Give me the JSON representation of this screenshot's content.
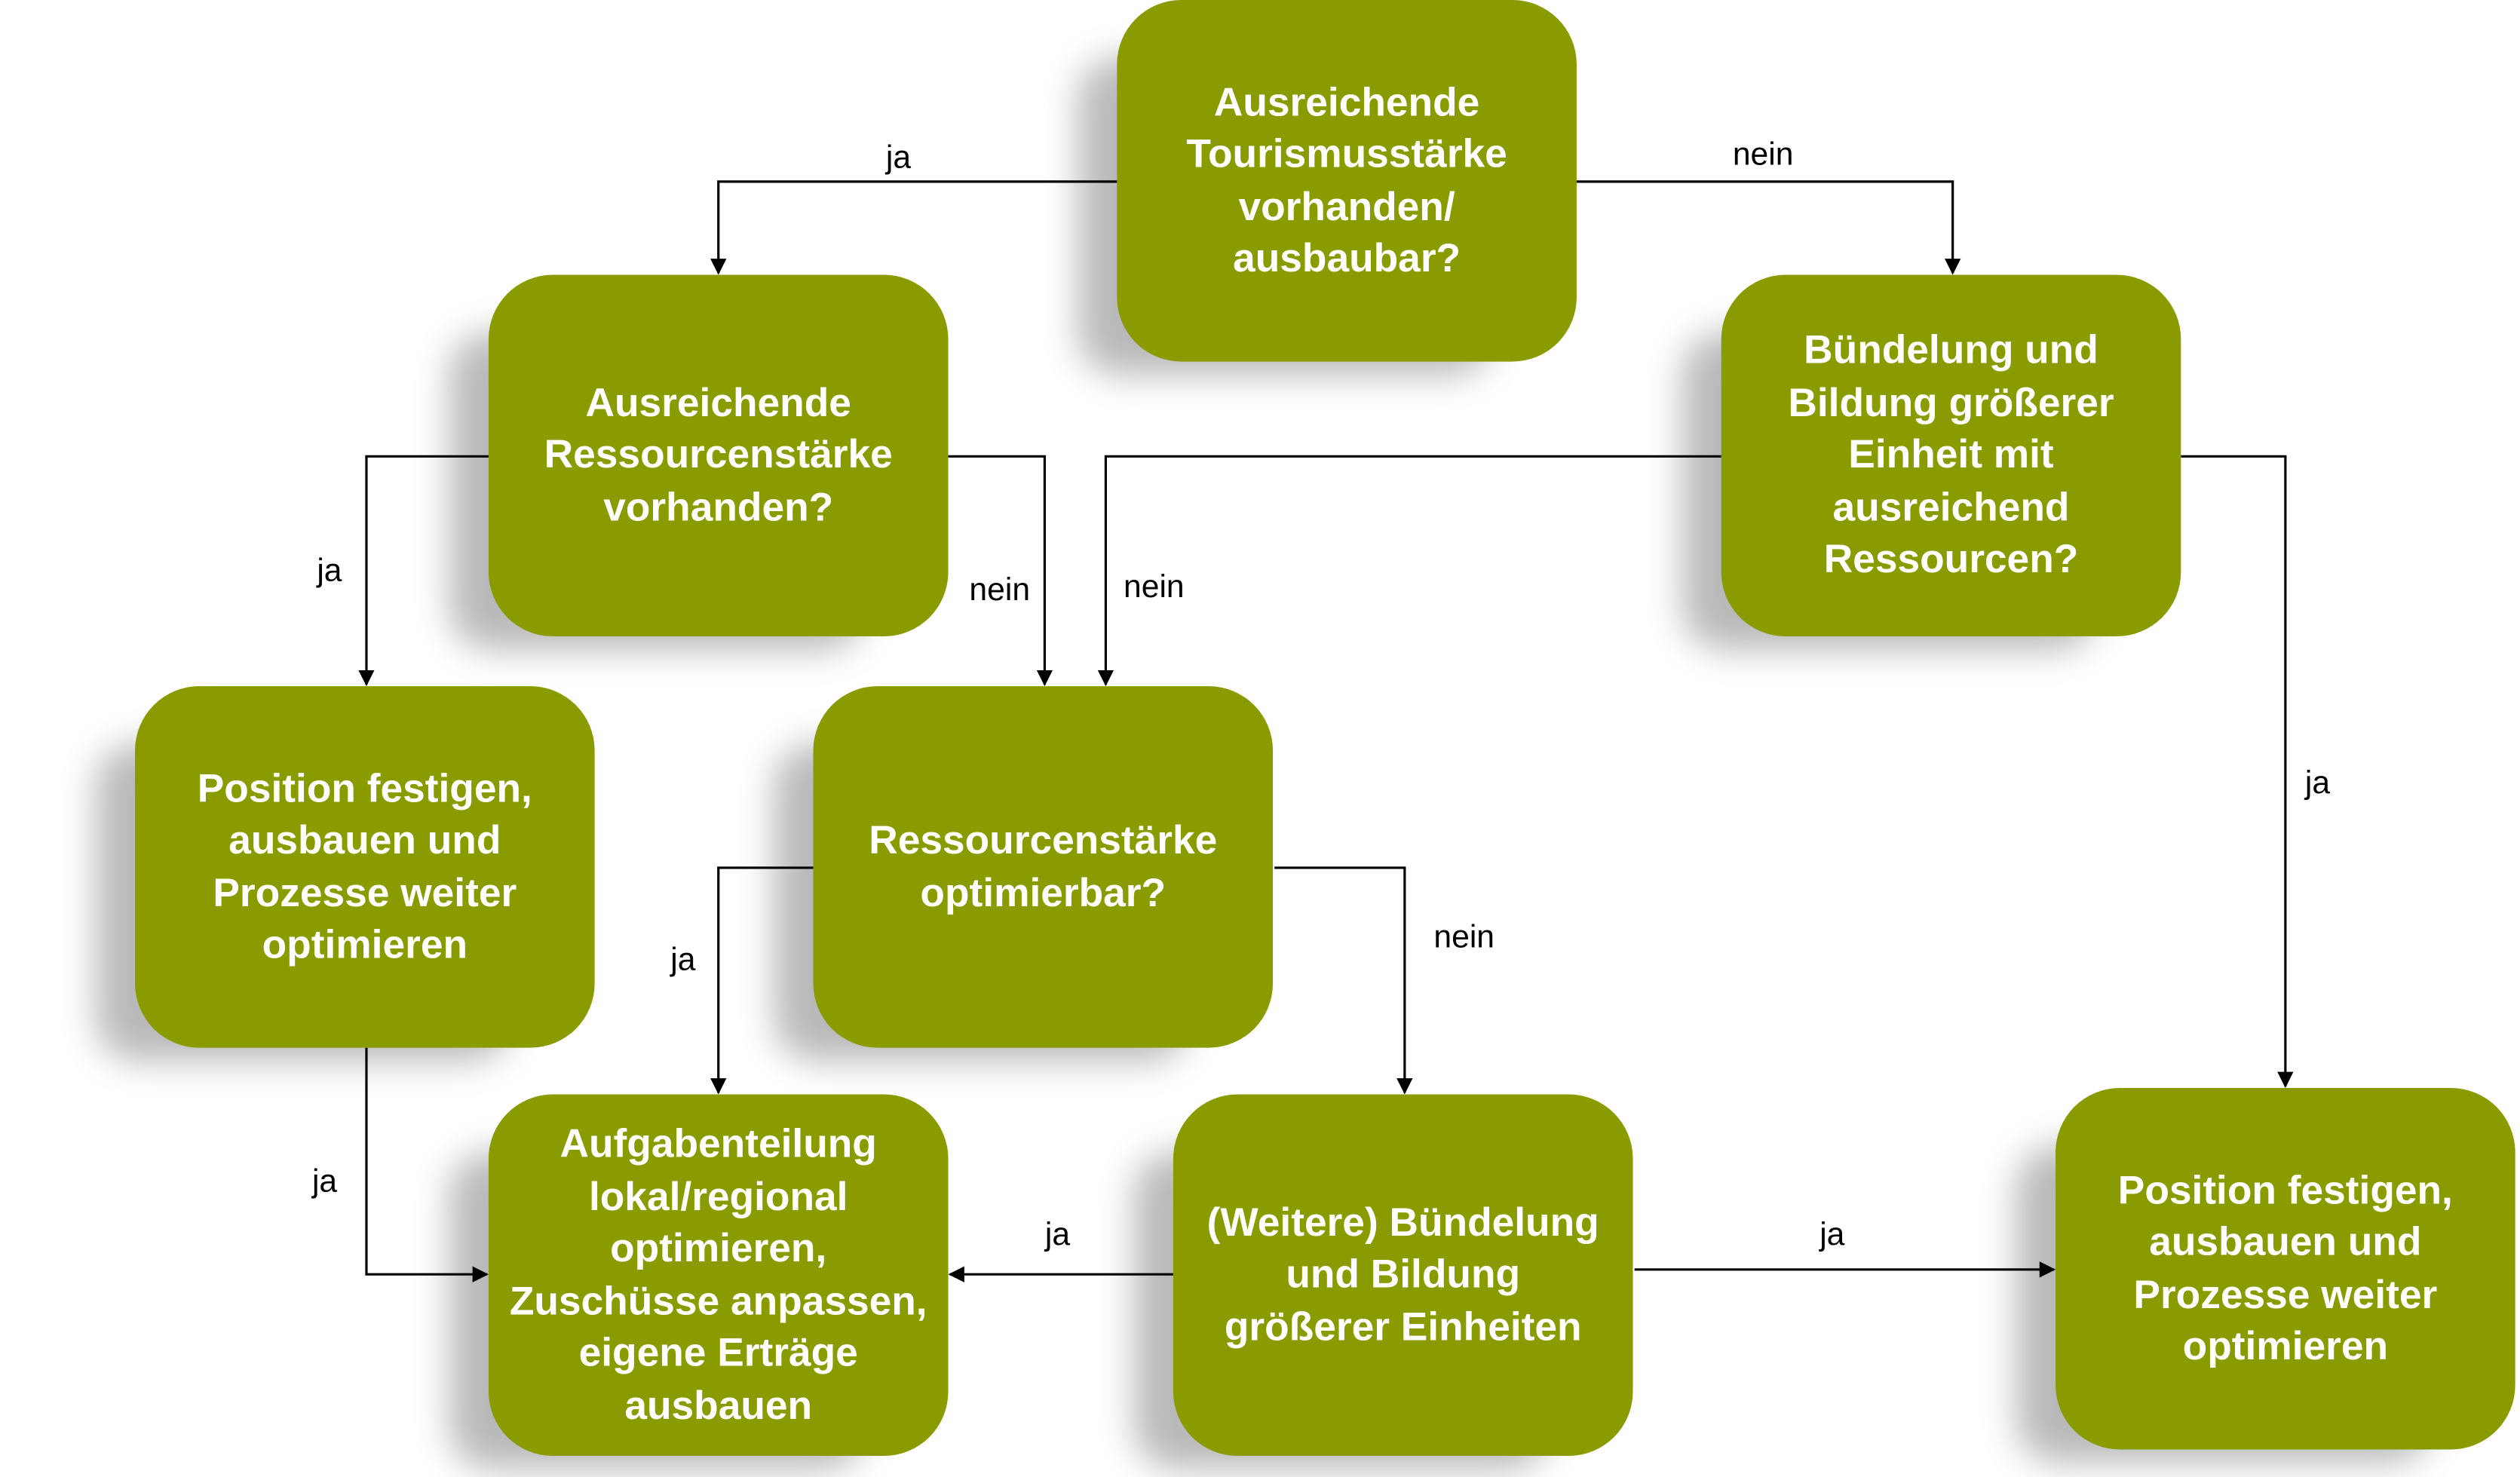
{
  "boxes": {
    "tourism": "Ausreichende\nTourismusstärke\nvorhanden/\nausbaubar?",
    "resources": "Ausreichende\nRessourcenstärke\nvorhanden?",
    "bundling": "Bündelung und\nBildung größerer\nEinheit mit\nausreichend\nRessourcen?",
    "position_left": "Position festigen,\nausbauen und\nProzesse weiter\noptimieren",
    "optimizable": "Ressourcenstärke\noptimierbar?",
    "tasks": "Aufgabenteilung\nlokal/regional\noptimieren,\nZuschüsse anpassen,\neigene Erträge\nausbauen",
    "further_bundling": "(Weitere) Bündelung\nund Bildung\ngrößerer Einheiten",
    "position_right": "Position festigen,\nausbauen und\nProzesse weiter\noptimieren"
  },
  "labels": {
    "tourism_yes": "ja",
    "tourism_no": "nein",
    "resources_yes": "ja",
    "resources_no": "nein",
    "bundling_no": "nein",
    "bundling_yes": "ja",
    "optimizable_yes": "ja",
    "optimizable_no": "nein",
    "position_left_yes": "ja",
    "further_to_tasks": "ja",
    "further_to_position": "ja"
  },
  "colors": {
    "box": "#8a9b00",
    "text": "#ffffff",
    "line": "#000000"
  }
}
